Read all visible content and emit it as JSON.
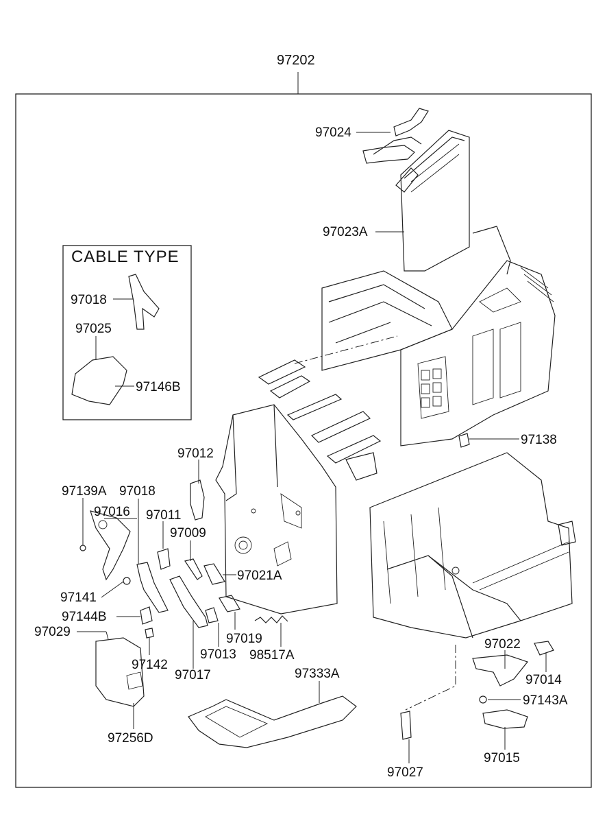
{
  "assembly_number": "97202",
  "inset": {
    "title": "CABLE TYPE",
    "parts": [
      "97018",
      "97025",
      "97146B"
    ]
  },
  "parts": {
    "p97024": "97024",
    "p97023A": "97023A",
    "p97138": "97138",
    "p97012": "97012",
    "p97139A": "97139A",
    "p97018": "97018",
    "p97016": "97016",
    "p97011": "97011",
    "p97009": "97009",
    "p97021A": "97021A",
    "p97141": "97141",
    "p97144B": "97144B",
    "p97029": "97029",
    "p97142": "97142",
    "p97017": "97017",
    "p97013": "97013",
    "p97019": "97019",
    "p98517A": "98517A",
    "p97256D": "97256D",
    "p97333A": "97333A",
    "p97022": "97022",
    "p97014": "97014",
    "p97143A": "97143A",
    "p97015": "97015",
    "p97027": "97027"
  }
}
